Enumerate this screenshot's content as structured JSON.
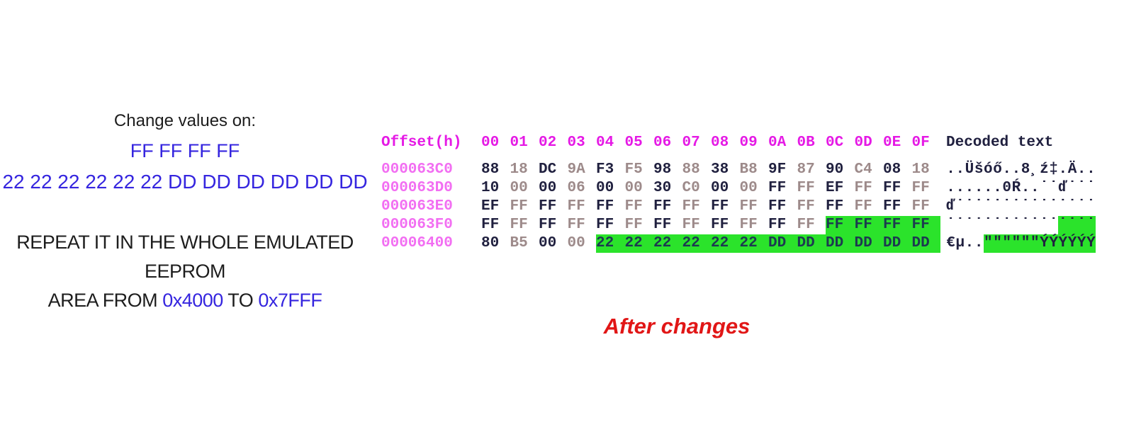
{
  "annotation": {
    "title": "Change values on:",
    "value_line_1": "FF FF FF FF",
    "value_line_2": "22 22 22 22 22 22 DD DD DD DD DD DD",
    "repeat_line": "REPEAT IT IN THE WHOLE EMULATED EEPROM",
    "area_prefix": "AREA FROM ",
    "range_start": "0x4000",
    "area_middle": " TO ",
    "range_end": "0x7FFF"
  },
  "hex_editor": {
    "offset_header": "Offset(h)",
    "column_headers": [
      "00",
      "01",
      "02",
      "03",
      "04",
      "05",
      "06",
      "07",
      "08",
      "09",
      "0A",
      "0B",
      "0C",
      "0D",
      "0E",
      "0F"
    ],
    "decoded_header": "Decoded text",
    "rows": [
      {
        "offset": "000063C0",
        "bytes": [
          "88",
          "18",
          "DC",
          "9A",
          "F3",
          "F5",
          "98",
          "88",
          "38",
          "B8",
          "9F",
          "87",
          "90",
          "C4",
          "08",
          "18"
        ],
        "decoded": "..Üšóő..8¸ź‡.Ä..",
        "highlight_from": 16
      },
      {
        "offset": "000063D0",
        "bytes": [
          "10",
          "00",
          "00",
          "06",
          "00",
          "00",
          "30",
          "C0",
          "00",
          "00",
          "FF",
          "FF",
          "EF",
          "FF",
          "FF",
          "FF"
        ],
        "decoded": "......0Ŕ..˙˙ď˙˙˙",
        "highlight_from": 16
      },
      {
        "offset": "000063E0",
        "bytes": [
          "EF",
          "FF",
          "FF",
          "FF",
          "FF",
          "FF",
          "FF",
          "FF",
          "FF",
          "FF",
          "FF",
          "FF",
          "FF",
          "FF",
          "FF",
          "FF"
        ],
        "decoded": "ď˙˙˙˙˙˙˙˙˙˙˙˙˙˙˙",
        "highlight_from": 16
      },
      {
        "offset": "000063F0",
        "bytes": [
          "FF",
          "FF",
          "FF",
          "FF",
          "FF",
          "FF",
          "FF",
          "FF",
          "FF",
          "FF",
          "FF",
          "FF",
          "FF",
          "FF",
          "FF",
          "FF"
        ],
        "decoded": "˙˙˙˙˙˙˙˙˙˙˙˙˙˙˙˙",
        "highlight_from": 12
      },
      {
        "offset": "00006400",
        "bytes": [
          "80",
          "B5",
          "00",
          "00",
          "22",
          "22",
          "22",
          "22",
          "22",
          "22",
          "DD",
          "DD",
          "DD",
          "DD",
          "DD",
          "DD"
        ],
        "decoded": "€µ..\"\"\"\"\"\"ÝÝÝÝÝÝ",
        "highlight_from": 4
      }
    ]
  },
  "caption": "After changes",
  "colors": {
    "annotation_text": "#1d1d1d",
    "annotation_accent": "#3525df",
    "header_magenta": "#e519e5",
    "offset_pink": "#f26ef2",
    "byte_even": "#20203f",
    "byte_odd": "#9d8a8a",
    "highlight_bg": "#2be32b",
    "highlight_text": "#1c3a50",
    "decoded_text": "#20203f",
    "caption_red": "#e11616"
  }
}
